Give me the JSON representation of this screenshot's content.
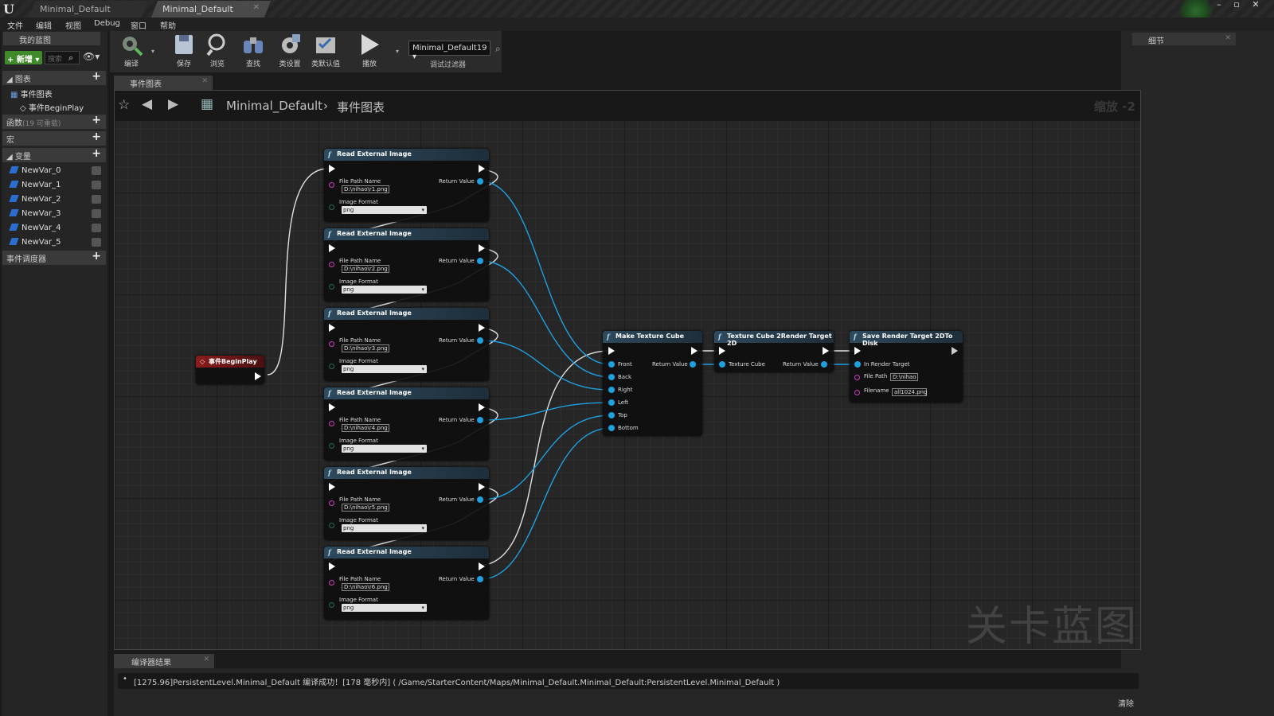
{
  "titlebar": {
    "tabs": [
      "Minimal_Default",
      "Minimal_Default"
    ]
  },
  "menu": [
    "文件",
    "编辑",
    "视图",
    "Debug",
    "窗口",
    "帮助"
  ],
  "leftpanel": {
    "tab": "我的蓝图",
    "new_label": "新增",
    "search_placeholder": "搜索",
    "sections": {
      "graphs": "图表",
      "functions": "函数",
      "functions_sub": "(19 可重载)",
      "macros": "宏",
      "variables": "变量",
      "dispatchers": "事件调度器"
    },
    "event_graph": "事件图表",
    "begin_play": "事件BeginPlay",
    "variables": [
      "NewVar_0",
      "NewVar_1",
      "NewVar_2",
      "NewVar_3",
      "NewVar_4",
      "NewVar_5"
    ]
  },
  "toolbar": {
    "buttons": [
      "编译",
      "保存",
      "浏览",
      "查找",
      "类设置",
      "类默认值",
      "播放"
    ],
    "debug_object": "Minimal_Default19",
    "debug_filter": "调试过滤器"
  },
  "details": {
    "tab": "细节"
  },
  "graph": {
    "tab": "事件图表",
    "breadcrumb_root": "Minimal_Default",
    "breadcrumb_leaf": "事件图表",
    "zoom": "缩放 -2",
    "watermark": "关卡蓝图"
  },
  "nodes": {
    "read_title": "Read External Image",
    "file_path_label": "File Path Name",
    "image_format_label": "Image Format",
    "return_value": "Return Value",
    "read_paths": [
      "D:\\nihao\\r1.png",
      "D:\\nihao\\r2.png",
      "D:\\nihao\\r3.png",
      "D:\\nihao\\r4.png",
      "D:\\nihao\\r5.png",
      "D:\\nihao\\r6.png"
    ],
    "format_value": "png",
    "begin_play": "事件BeginPlay",
    "make_cube": {
      "title": "Make Texture Cube",
      "inputs": [
        "Front",
        "Back",
        "Right",
        "Left",
        "Top",
        "Bottom"
      ]
    },
    "cube_to_rt": {
      "title": "Texture Cube 2Render Target 2D",
      "input": "Texture Cube"
    },
    "save_rt": {
      "title": "Save Render Target 2DTo Disk",
      "in_rt": "In Render Target",
      "file_path_label": "File Path",
      "file_path": "D:\\nihao",
      "filename_label": "Filename",
      "filename": "all1024.png"
    }
  },
  "results": {
    "tab": "编译器结果",
    "message": "[1275.96]PersistentLevel.Minimal_Default 编译成功！[178 毫秒内] ( /Game/StarterContent/Maps/Minimal_Default.Minimal_Default:PersistentLevel.Minimal_Default )",
    "clear": "清除"
  },
  "colors": {
    "exec": "#ffffff",
    "object_pin": "#1fa0e0",
    "string_pin": "#d23ec2",
    "event_header": "#8a1c1c",
    "function_header": "#2e4a5e",
    "new_button": "#3f8a2a"
  }
}
